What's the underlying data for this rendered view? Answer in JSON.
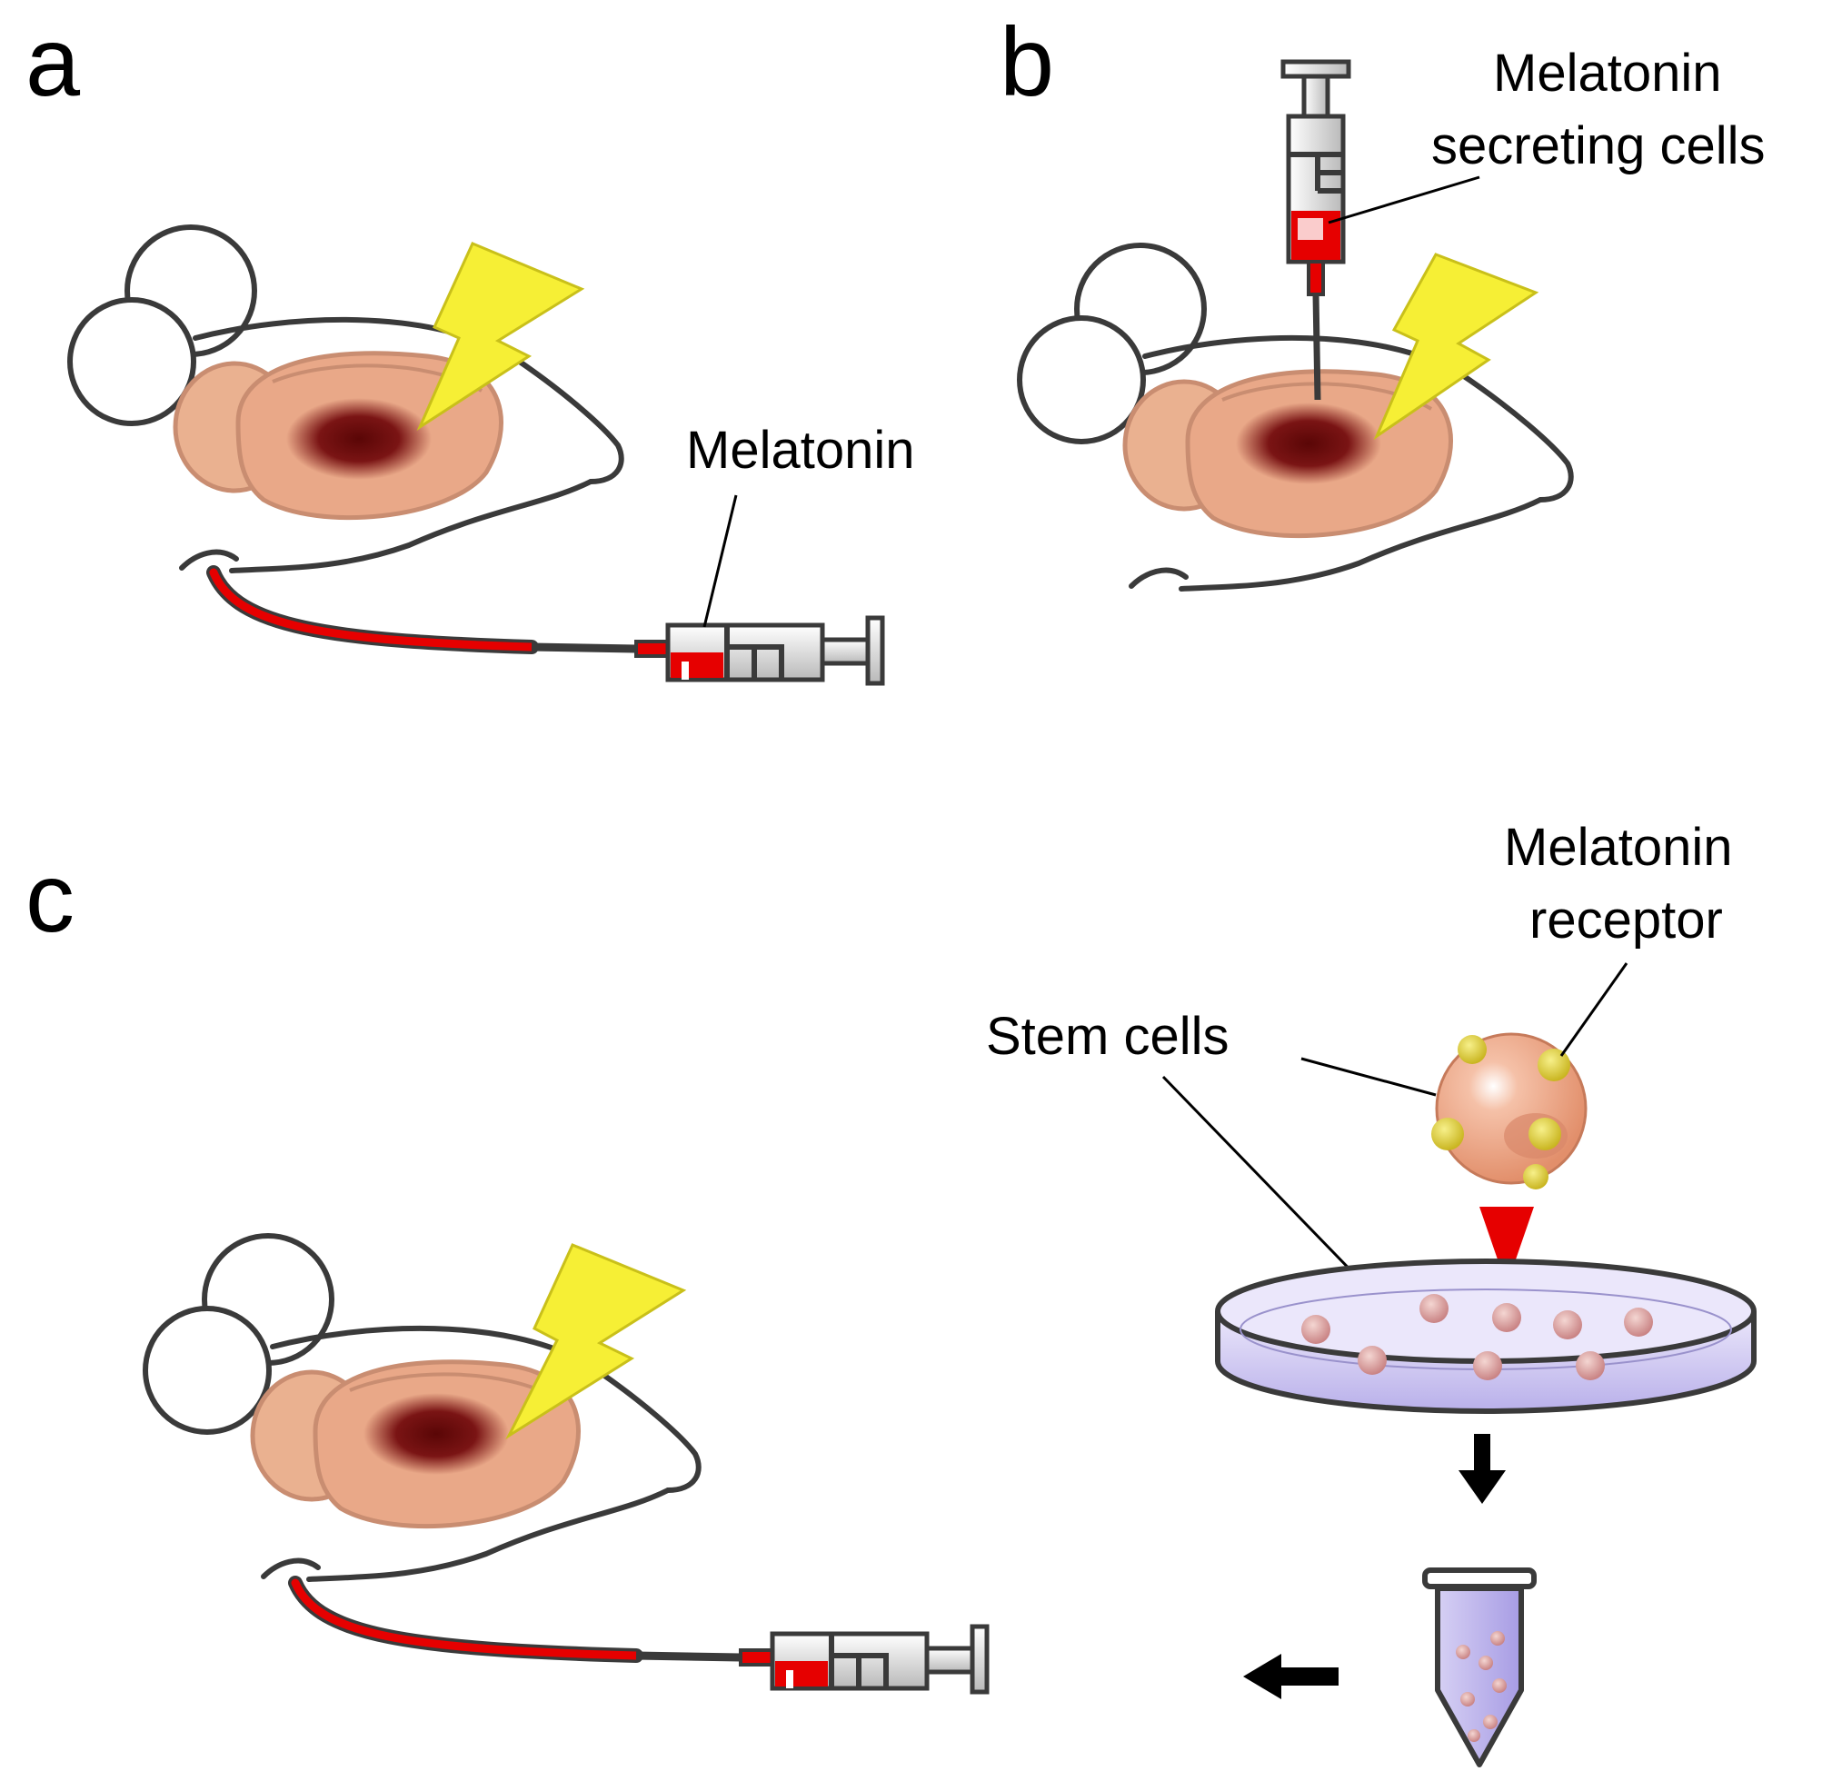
{
  "panels": {
    "a": {
      "letter": "a",
      "syringe_label": "Melatonin"
    },
    "b": {
      "letter": "b",
      "syringe_label_line1": "Melatonin",
      "syringe_label_line2": "secreting cells"
    },
    "c": {
      "letter": "c",
      "receptor_label_line1": "Melatonin",
      "receptor_label_line2": "receptor",
      "stem_cells_label": "Stem cells"
    }
  },
  "colors": {
    "brain": "#e9a888",
    "brain_outline": "#c98d71",
    "lesion": "#6d1010",
    "lightning": "#f6ef35",
    "blood_red": "#e60000",
    "syringe_gray": "#d0d0d0",
    "dish_fluid": "#cfc8f0",
    "cell": "#d9948f",
    "receptor": "#e4d83a"
  },
  "icons": [
    "mouse-outline",
    "brain",
    "lightning-bolt",
    "syringe",
    "petri-dish",
    "stem-cell",
    "centrifuge-tube",
    "arrow"
  ]
}
